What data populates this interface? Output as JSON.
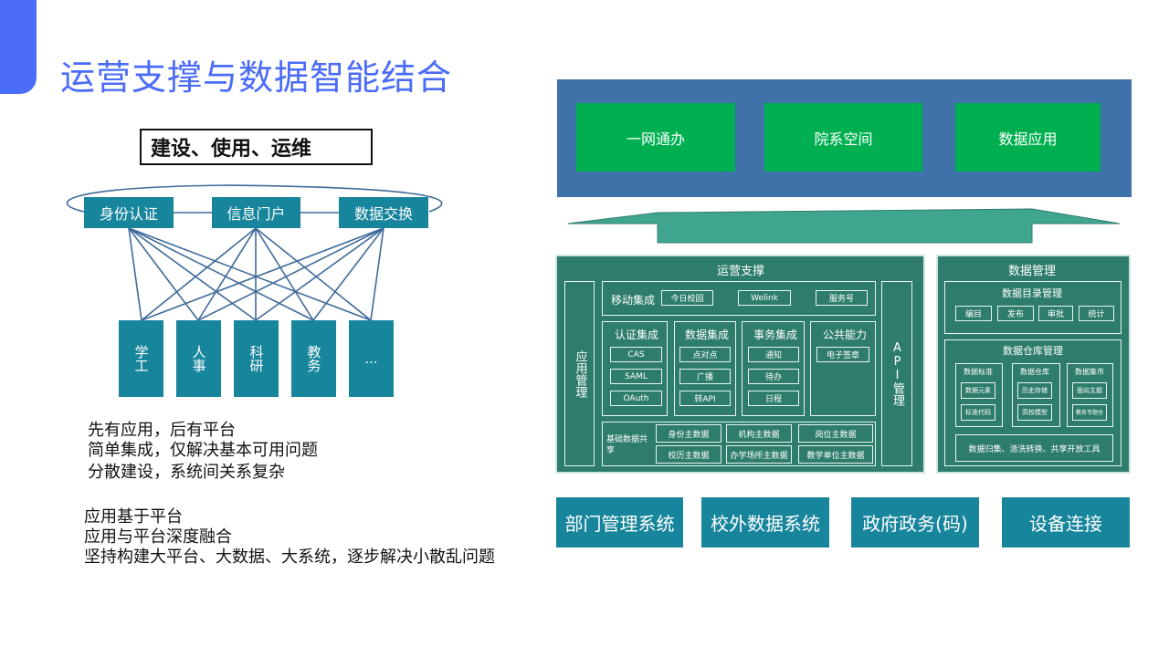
{
  "title": "运营支撑与数据智能结合",
  "left": {
    "top_label": "建设、使用、运维",
    "hubs": [
      "身份认证",
      "信息门户",
      "数据交换"
    ],
    "leaves": [
      "学工",
      "人事",
      "科研",
      "教务",
      "..."
    ],
    "notes_a": [
      "先有应用，后有平台",
      "简单集成，仅解决基本可用问题",
      "分散建设，系统间关系复杂"
    ],
    "notes_b": [
      "应用基于平台",
      "应用与平台深度融合",
      "坚持构建大平台、大数据、大系统，逐步解决小散乱问题"
    ]
  },
  "right": {
    "top_tiles": [
      "一网通办",
      "院系空间",
      "数据应用"
    ],
    "ops": {
      "title": "运营支撑",
      "left_col": "应用管理",
      "right_col": "API管理",
      "mobile": {
        "label": "移动集成",
        "items": [
          "今日校园",
          "Welink",
          "服务号"
        ]
      },
      "groups": [
        {
          "title": "认证集成",
          "items": [
            "CAS",
            "SAML",
            "OAuth"
          ]
        },
        {
          "title": "数据集成",
          "items": [
            "点对点",
            "广播",
            "转API"
          ]
        },
        {
          "title": "事务集成",
          "items": [
            "通知",
            "待办",
            "日程"
          ]
        },
        {
          "title": "公共能力",
          "items": [
            "电子签章"
          ]
        }
      ],
      "base": {
        "label": "基础数据共享",
        "cells": [
          "身份主数据",
          "机构主数据",
          "岗位主数据",
          "校历主数据",
          "办学场所主数据",
          "教学单位主数据"
        ]
      }
    },
    "dm": {
      "title": "数据管理",
      "catalog": {
        "title": "数据目录管理",
        "items": [
          "编目",
          "发布",
          "审批",
          "统计"
        ]
      },
      "warehouse": {
        "title": "数据仓库管理",
        "cols": [
          {
            "title": "数据标准",
            "items": [
              "数据元素",
              "标准代码"
            ]
          },
          {
            "title": "数据仓库",
            "items": [
              "历史存储",
              "高校模型"
            ]
          },
          {
            "title": "数据集市",
            "items": [
              "面向主题",
              "教务专题仓"
            ]
          }
        ],
        "footer": "数据归集、清洗转换、共享开放工具"
      }
    },
    "bottom": [
      "部门管理系统",
      "校外数据系统",
      "政府政务(码)",
      "设备连接"
    ]
  },
  "colors": {
    "accent": "#4a6cf7",
    "teal": "#17859c",
    "green": "#00b050",
    "panel": "#2e7d6c",
    "band": "#3f72a8",
    "arrow": "#3fa58f"
  }
}
